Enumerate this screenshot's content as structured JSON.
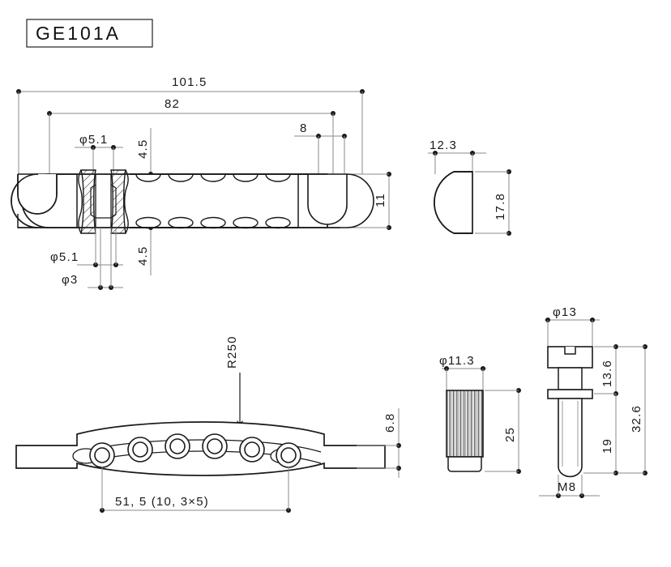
{
  "drawing": {
    "title": "GE101A",
    "type": "mechanical-part-drawing",
    "background_color": "#ffffff",
    "line_color": "#1a1a1a",
    "dimension_line_color": "#8a8a8a",
    "views": [
      {
        "name": "top-view",
        "description": "Tailpiece body, plan view with broken-out section"
      },
      {
        "name": "side-view",
        "description": "End profile, half-dome"
      },
      {
        "name": "front-view",
        "description": "Bottom/front view with six string holes on R250 arc"
      },
      {
        "name": "stud-view",
        "description": "Knurled thumbwheel stud"
      },
      {
        "name": "bolt-view",
        "description": "Slotted M8 anchor bolt"
      }
    ],
    "dimensions": {
      "overall_length": "101.5",
      "hole_span": "82",
      "notch_width": "8",
      "body_height": "11",
      "offset_upper": "4.5",
      "offset_lower": "4.5",
      "bore_upper": "φ5.1",
      "bore_lower": "φ5.1",
      "bore_small": "φ3",
      "side_width": "12.3",
      "side_height": "17.8",
      "radius": "R250",
      "string_span": "51, 5 (10, 3×5)",
      "front_thickness": "6.8",
      "stud_diameter": "φ11.3",
      "stud_height": "25",
      "bolt_head_diameter": "φ13",
      "bolt_head_length": "13.6",
      "bolt_shank_length": "19",
      "bolt_total_length": "32.6",
      "thread_spec": "M8"
    }
  }
}
